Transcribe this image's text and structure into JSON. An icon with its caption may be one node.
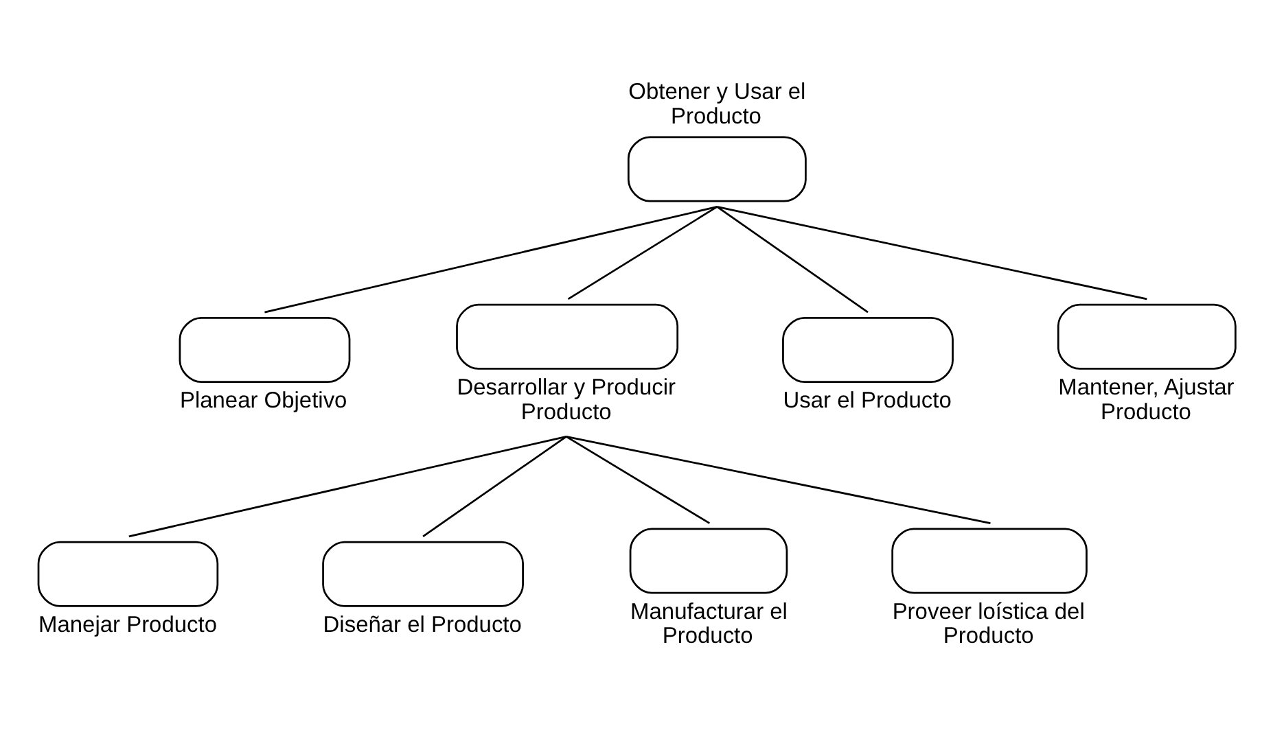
{
  "diagram": {
    "nodes": [
      {
        "text": [
          "Obtener y Usar el Producto"
        ]
      },
      {
        "text": [
          "Planear Objetivo"
        ]
      },
      {
        "text": [
          "Desarrollar y Producir Producto"
        ]
      },
      {
        "text": [
          "Usar el Producto"
        ]
      },
      {
        "text": [
          "Mantener, Ajustar Producto"
        ]
      },
      {
        "text": [
          "Manejar Producto"
        ]
      },
      {
        "text": [
          "Diseñar el Producto"
        ]
      },
      {
        "text": [
          "Manufacturar el Producto"
        ]
      },
      {
        "text": [
          "Proveer loística del Producto"
        ]
      }
    ],
    "edges": [
      {
        "from": 0,
        "to": 1,
        "arrow": "none"
      },
      {
        "from": 0,
        "to": 2,
        "arrow": "none"
      },
      {
        "from": 0,
        "to": 3,
        "arrow": "none"
      },
      {
        "from": 0,
        "to": 4,
        "arrow": "none"
      },
      {
        "from": 2,
        "to": 5,
        "arrow": "none"
      },
      {
        "from": 2,
        "to": 6,
        "arrow": "none"
      },
      {
        "from": 2,
        "to": 7,
        "arrow": "none"
      },
      {
        "from": 2,
        "to": 8,
        "arrow": "none"
      }
    ]
  }
}
